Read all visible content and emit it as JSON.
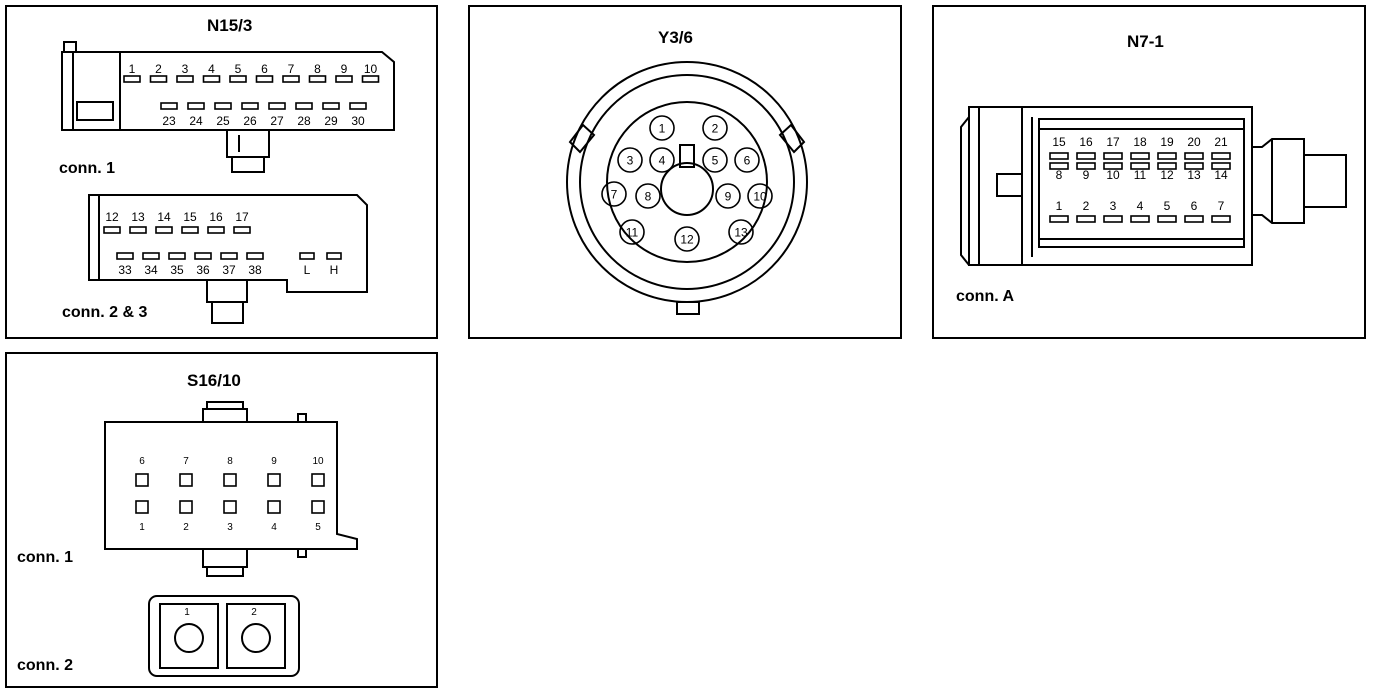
{
  "panels": {
    "n15": {
      "title": "N15/3",
      "conn1_label": "conn. 1",
      "conn23_label": "conn.  2 & 3",
      "conn1_top_pins": [
        "1",
        "2",
        "3",
        "4",
        "5",
        "6",
        "7",
        "8",
        "9",
        "10"
      ],
      "conn1_bottom_pins": [
        "23",
        "24",
        "25",
        "26",
        "27",
        "28",
        "29",
        "30"
      ],
      "conn23_top_pins": [
        "12",
        "13",
        "14",
        "15",
        "16",
        "17"
      ],
      "conn23_bottom_pins": [
        "33",
        "34",
        "35",
        "36",
        "37",
        "38"
      ],
      "conn23_lh_pins": [
        "L",
        "H"
      ]
    },
    "y36": {
      "title": "Y3/6",
      "pins": [
        "1",
        "2",
        "3",
        "4",
        "5",
        "6",
        "7",
        "8",
        "9",
        "10",
        "11",
        "12",
        "13"
      ]
    },
    "n71": {
      "title": "N7-1",
      "conn_label": "conn. A",
      "row_top": [
        "15",
        "16",
        "17",
        "18",
        "19",
        "20",
        "21"
      ],
      "row_mid": [
        "8",
        "9",
        "10",
        "11",
        "12",
        "13",
        "14"
      ],
      "row_bottom": [
        "1",
        "2",
        "3",
        "4",
        "5",
        "6",
        "7"
      ]
    },
    "s16": {
      "title": "S16/10",
      "conn1_label": "conn. 1",
      "conn2_label": "conn. 2",
      "top_pins": [
        "6",
        "7",
        "8",
        "9",
        "10"
      ],
      "bottom_pins": [
        "1",
        "2",
        "3",
        "4",
        "5"
      ],
      "conn2_pins": [
        "1",
        "2"
      ]
    }
  }
}
